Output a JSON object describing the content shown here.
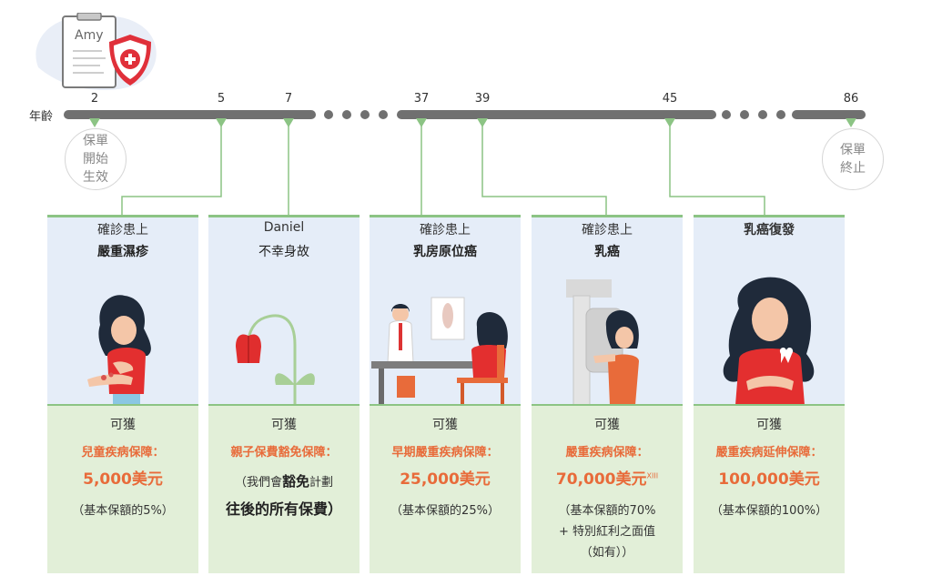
{
  "profile": {
    "name": "Amy"
  },
  "axis_title": "年齡",
  "ages": [
    "2",
    "5",
    "7",
    "37",
    "39",
    "45",
    "86"
  ],
  "policy_start": "保單\n開始\n生效",
  "policy_end": "保單\n終止",
  "cards": [
    {
      "event_line1": "確診患上",
      "event_line2": "嚴重濕疹",
      "available": "可獲",
      "coverage": "兒童疾病保障：",
      "amount": "5,000美元",
      "note": "（基本保額的5%）"
    },
    {
      "event_line1": "Daniel",
      "event_line2": "不幸身故",
      "available": "可獲",
      "coverage": "親子保費豁免保障：",
      "waiver_pre": "（我們會",
      "waiver_bold": "豁免",
      "waiver_post": "計劃",
      "waiver_line2": "往後的所有保費）"
    },
    {
      "event_line1": "確診患上",
      "event_line2": "乳房原位癌",
      "available": "可獲",
      "coverage": "早期嚴重疾病保障：",
      "amount": "25,000美元",
      "note": "（基本保額的25%）"
    },
    {
      "event_line1": "確診患上",
      "event_line2": "乳癌",
      "available": "可獲",
      "coverage": "嚴重疾病保障：",
      "amount": "70,000美元",
      "amount_sup": "XIII",
      "note": "（基本保額的70%",
      "note_line2": "+ 特別紅利之面值",
      "note_line3": "（如有））"
    },
    {
      "event_line1": "乳癌復發",
      "available": "可獲",
      "coverage": "嚴重疾病延伸保障：",
      "amount": "100,000美元",
      "note": "（基本保額的100%）"
    }
  ],
  "colors": {
    "accent_orange": "#e86b3a",
    "timeline_gray": "#707070",
    "marker_green": "#8cc484",
    "card_top_bg": "#e5edf8",
    "card_bottom_bg": "#e2efd8",
    "shield_red": "#e0303a"
  }
}
